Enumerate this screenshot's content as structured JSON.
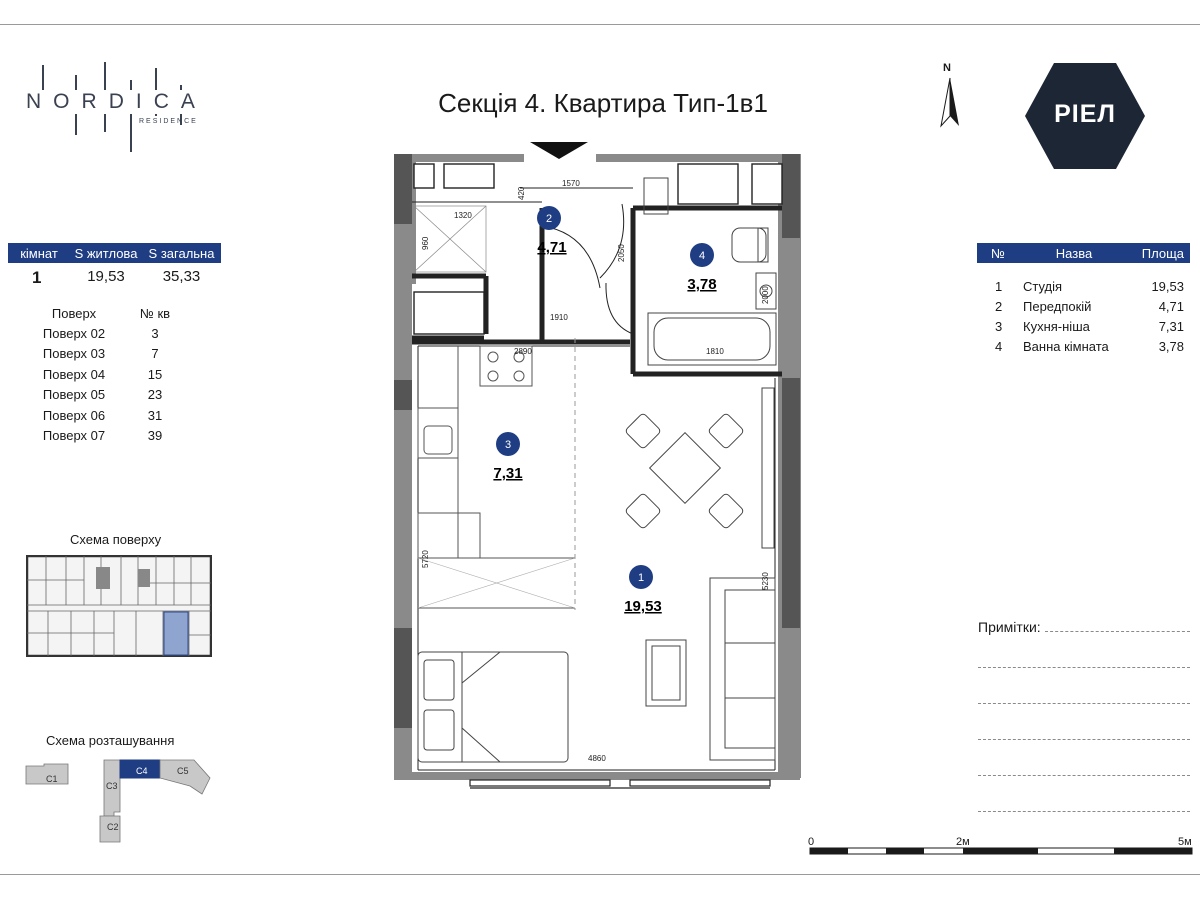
{
  "brand": {
    "logo_letters": [
      "N",
      "O",
      "R",
      "D",
      "I",
      "C",
      "A"
    ],
    "logo_sub": "RESIDENCE",
    "developer": "РІЕЛ"
  },
  "title": "Секція 4. Квартира Тип-1в1",
  "north": "N",
  "apartment": {
    "headers": [
      "кімнат",
      "S житлова",
      "S загальна"
    ],
    "rooms": "1",
    "living_area": "19,53",
    "total_area": "35,33"
  },
  "floors": {
    "headers": [
      "Поверх",
      "№ кв"
    ],
    "rows": [
      {
        "floor": "Поверх 02",
        "apt": "3"
      },
      {
        "floor": "Поверх 03",
        "apt": "7"
      },
      {
        "floor": "Поверх 04",
        "apt": "15"
      },
      {
        "floor": "Поверх 05",
        "apt": "23"
      },
      {
        "floor": "Поверх 06",
        "apt": "31"
      },
      {
        "floor": "Поверх 07",
        "apt": "39"
      }
    ]
  },
  "floor_scheme_title": "Схема поверху",
  "location_scheme": {
    "title": "Схема розташування",
    "sections": [
      "C1",
      "C2",
      "C3",
      "C4",
      "C5"
    ]
  },
  "room_table": {
    "headers": [
      "№",
      "Назва",
      "Площа"
    ],
    "rows": [
      {
        "n": "1",
        "name": "Студія",
        "area": "19,53"
      },
      {
        "n": "2",
        "name": "Передпокій",
        "area": "4,71"
      },
      {
        "n": "3",
        "name": "Кухня-ніша",
        "area": "7,31"
      },
      {
        "n": "4",
        "name": "Ванна кімната",
        "area": "3,78"
      }
    ]
  },
  "notes_label": "Примітки:",
  "plan": {
    "rooms": [
      {
        "n": "1",
        "area": "19,53"
      },
      {
        "n": "2",
        "area": "4,71"
      },
      {
        "n": "3",
        "area": "7,31"
      },
      {
        "n": "4",
        "area": "3,78"
      }
    ],
    "dimensions": [
      "1570",
      "420",
      "1320",
      "960",
      "2050",
      "2000",
      "1910",
      "2890",
      "1810",
      "5720",
      "5230",
      "4860"
    ]
  },
  "scale": {
    "labels": [
      "0",
      "2м",
      "5м"
    ],
    "marks_m": [
      0,
      2,
      5
    ]
  }
}
